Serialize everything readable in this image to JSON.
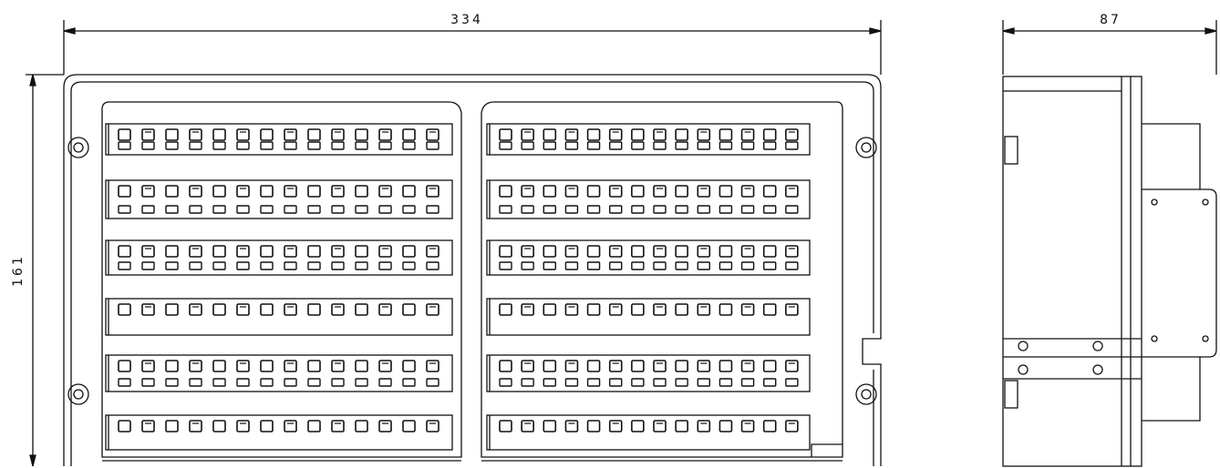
{
  "dimensions": {
    "front_width": "334",
    "front_height": "161",
    "side_depth": "87"
  },
  "terminals": {
    "rows_per_block": 6,
    "per_row": 14,
    "blocks": 2
  },
  "colors": {
    "line": "#111111",
    "background": "#ffffff"
  }
}
